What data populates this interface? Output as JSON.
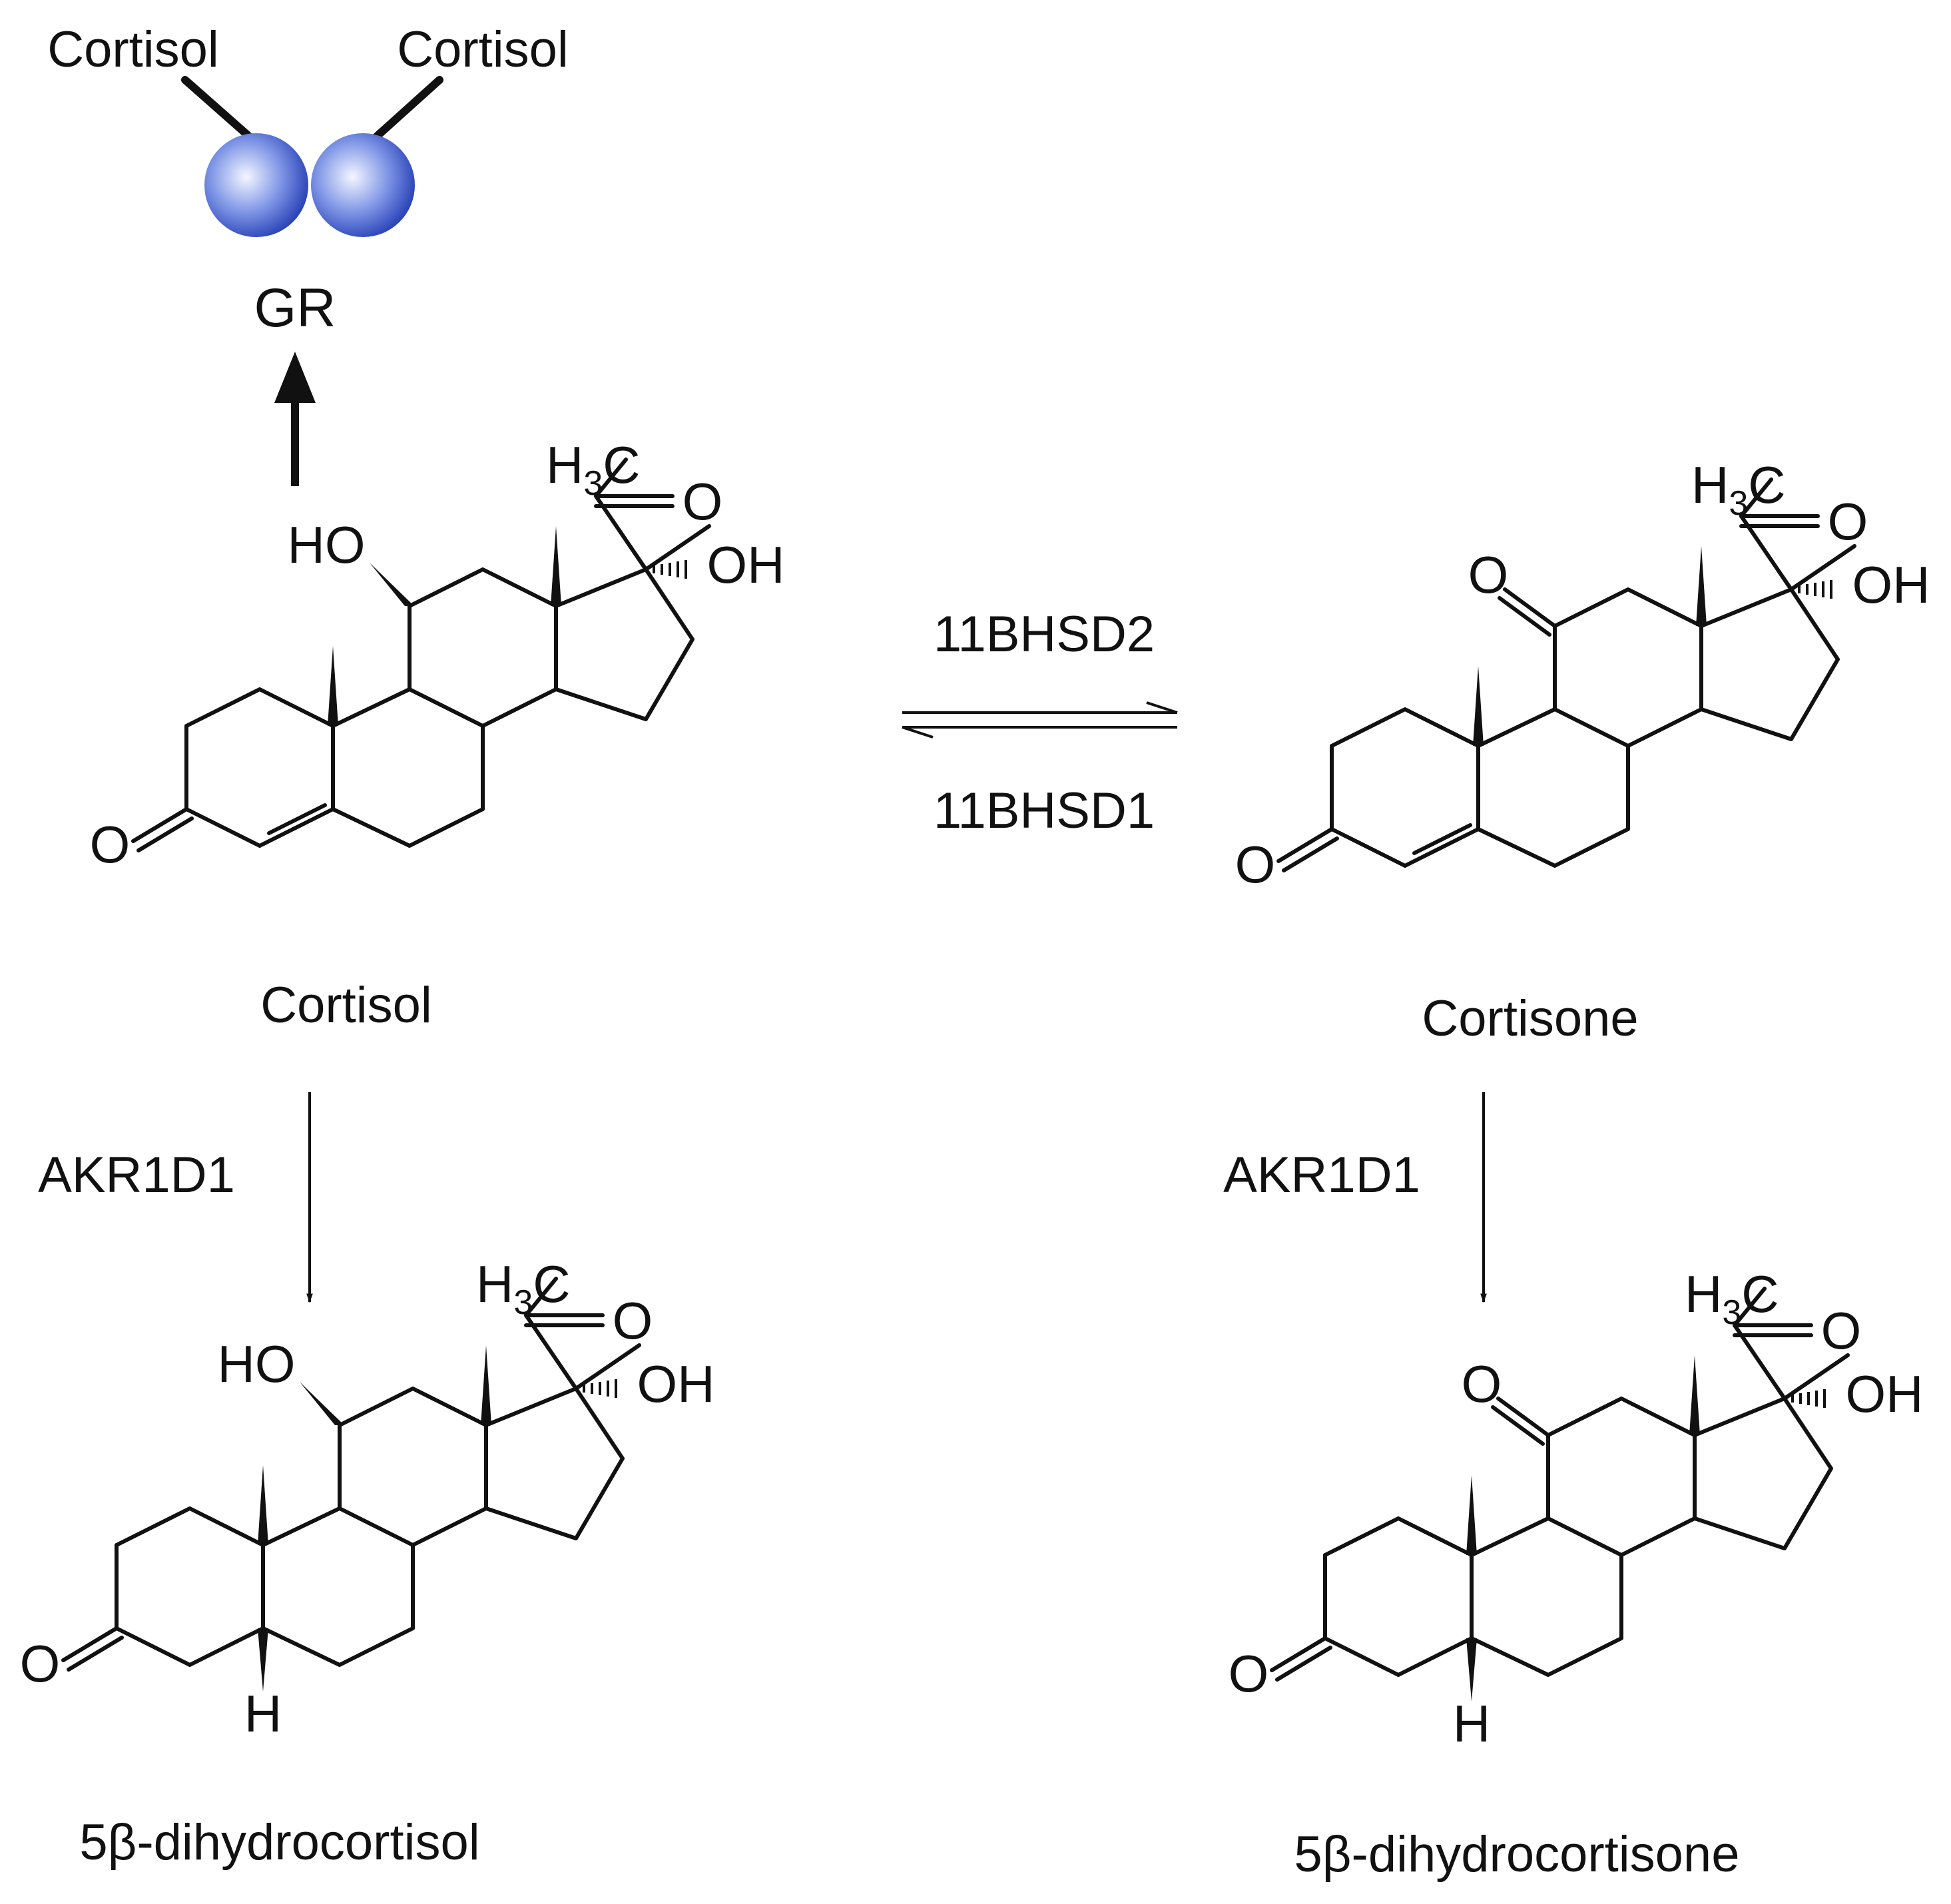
{
  "receptor": {
    "name": "GR",
    "ligand_left": "Cortisol",
    "ligand_right": "Cortisol"
  },
  "enzymes": {
    "forward": "11BHSD2",
    "reverse": "11BHSD1",
    "left_down": "AKR1D1",
    "right_down": "AKR1D1"
  },
  "compounds": {
    "cortisol": "Cortisol",
    "cortisone": "Cortisone",
    "dihydrocortisol": "5β-dihydrocortisol",
    "dihydrocortisone": "5β-dihydrocortisone"
  },
  "atoms": {
    "oxygen": "O",
    "hydroxyl": "OH",
    "hydroxyl_left": "HO",
    "hydrogen": "H",
    "methyl_h": "H",
    "methyl_sub": "3",
    "methyl_c": "C"
  },
  "colors": {
    "sphere_light": "#f4f6ff",
    "sphere_mid": "#7f96e6",
    "sphere_dark": "#2a43b8"
  }
}
